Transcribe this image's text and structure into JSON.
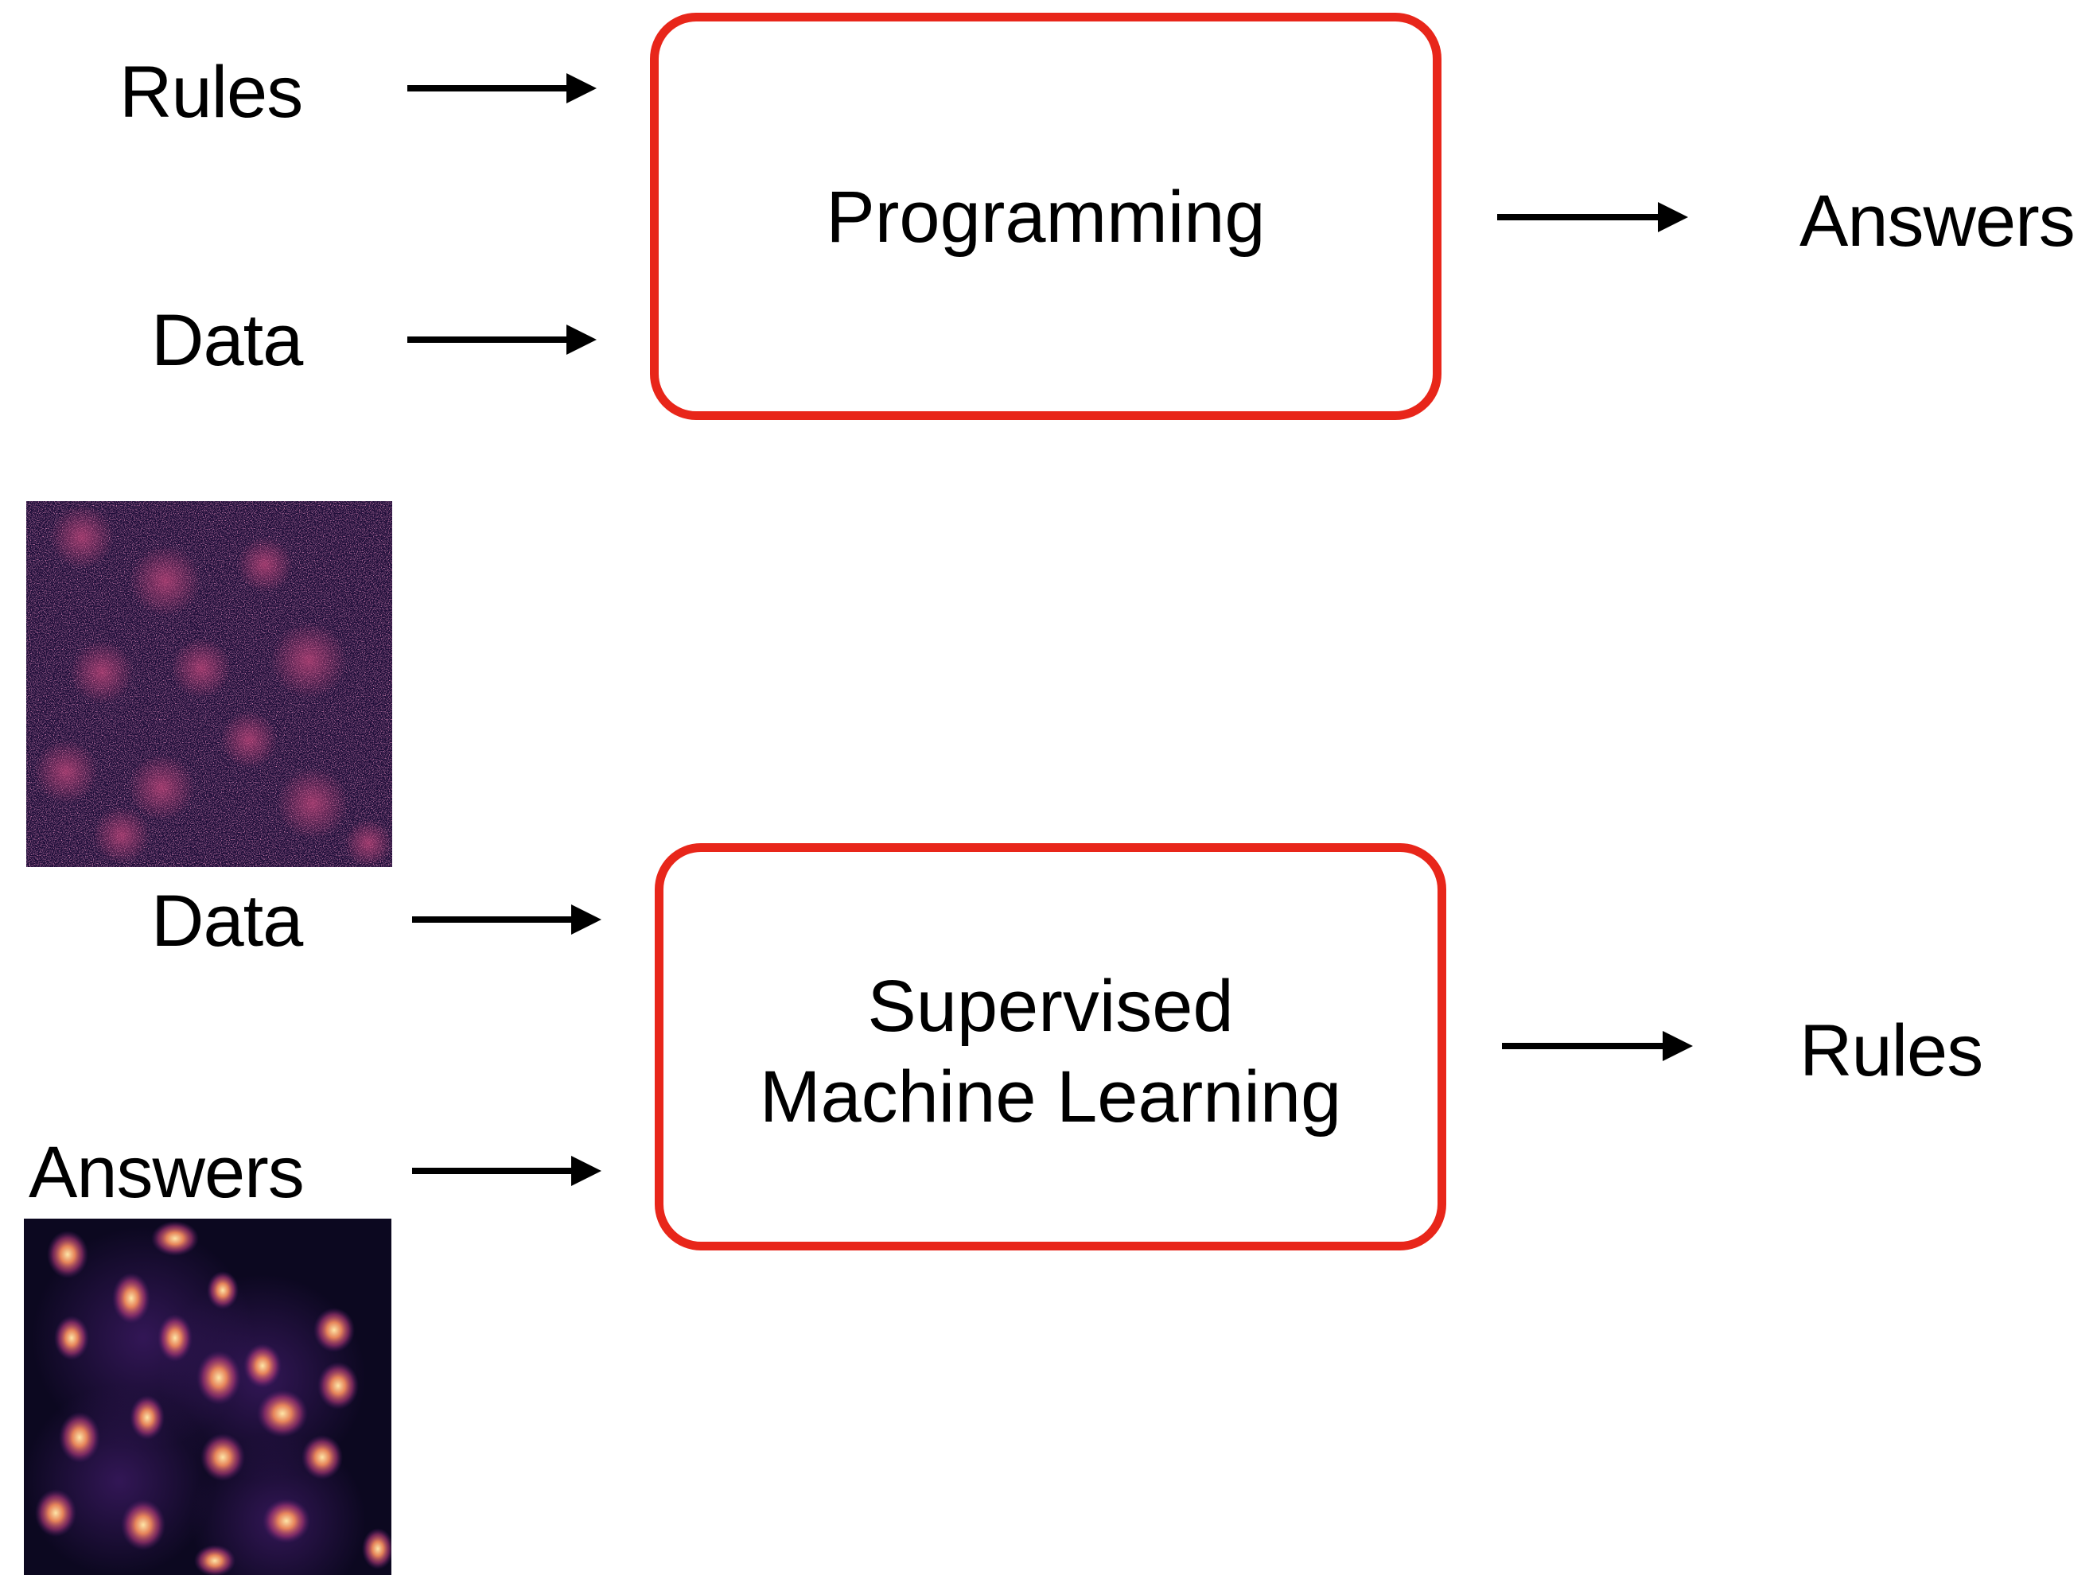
{
  "top_section": {
    "input_1": "Rules",
    "input_2": "Data",
    "process": "Programming",
    "output": "Answers"
  },
  "bottom_section": {
    "input_1": "Data",
    "input_2": "Answers",
    "process_line_1": "Supervised",
    "process_line_2": "Machine Learning",
    "output": "Rules"
  },
  "colors": {
    "box_border": "#e8261a",
    "arrow": "#000000",
    "image_background": "#1a0b36"
  }
}
